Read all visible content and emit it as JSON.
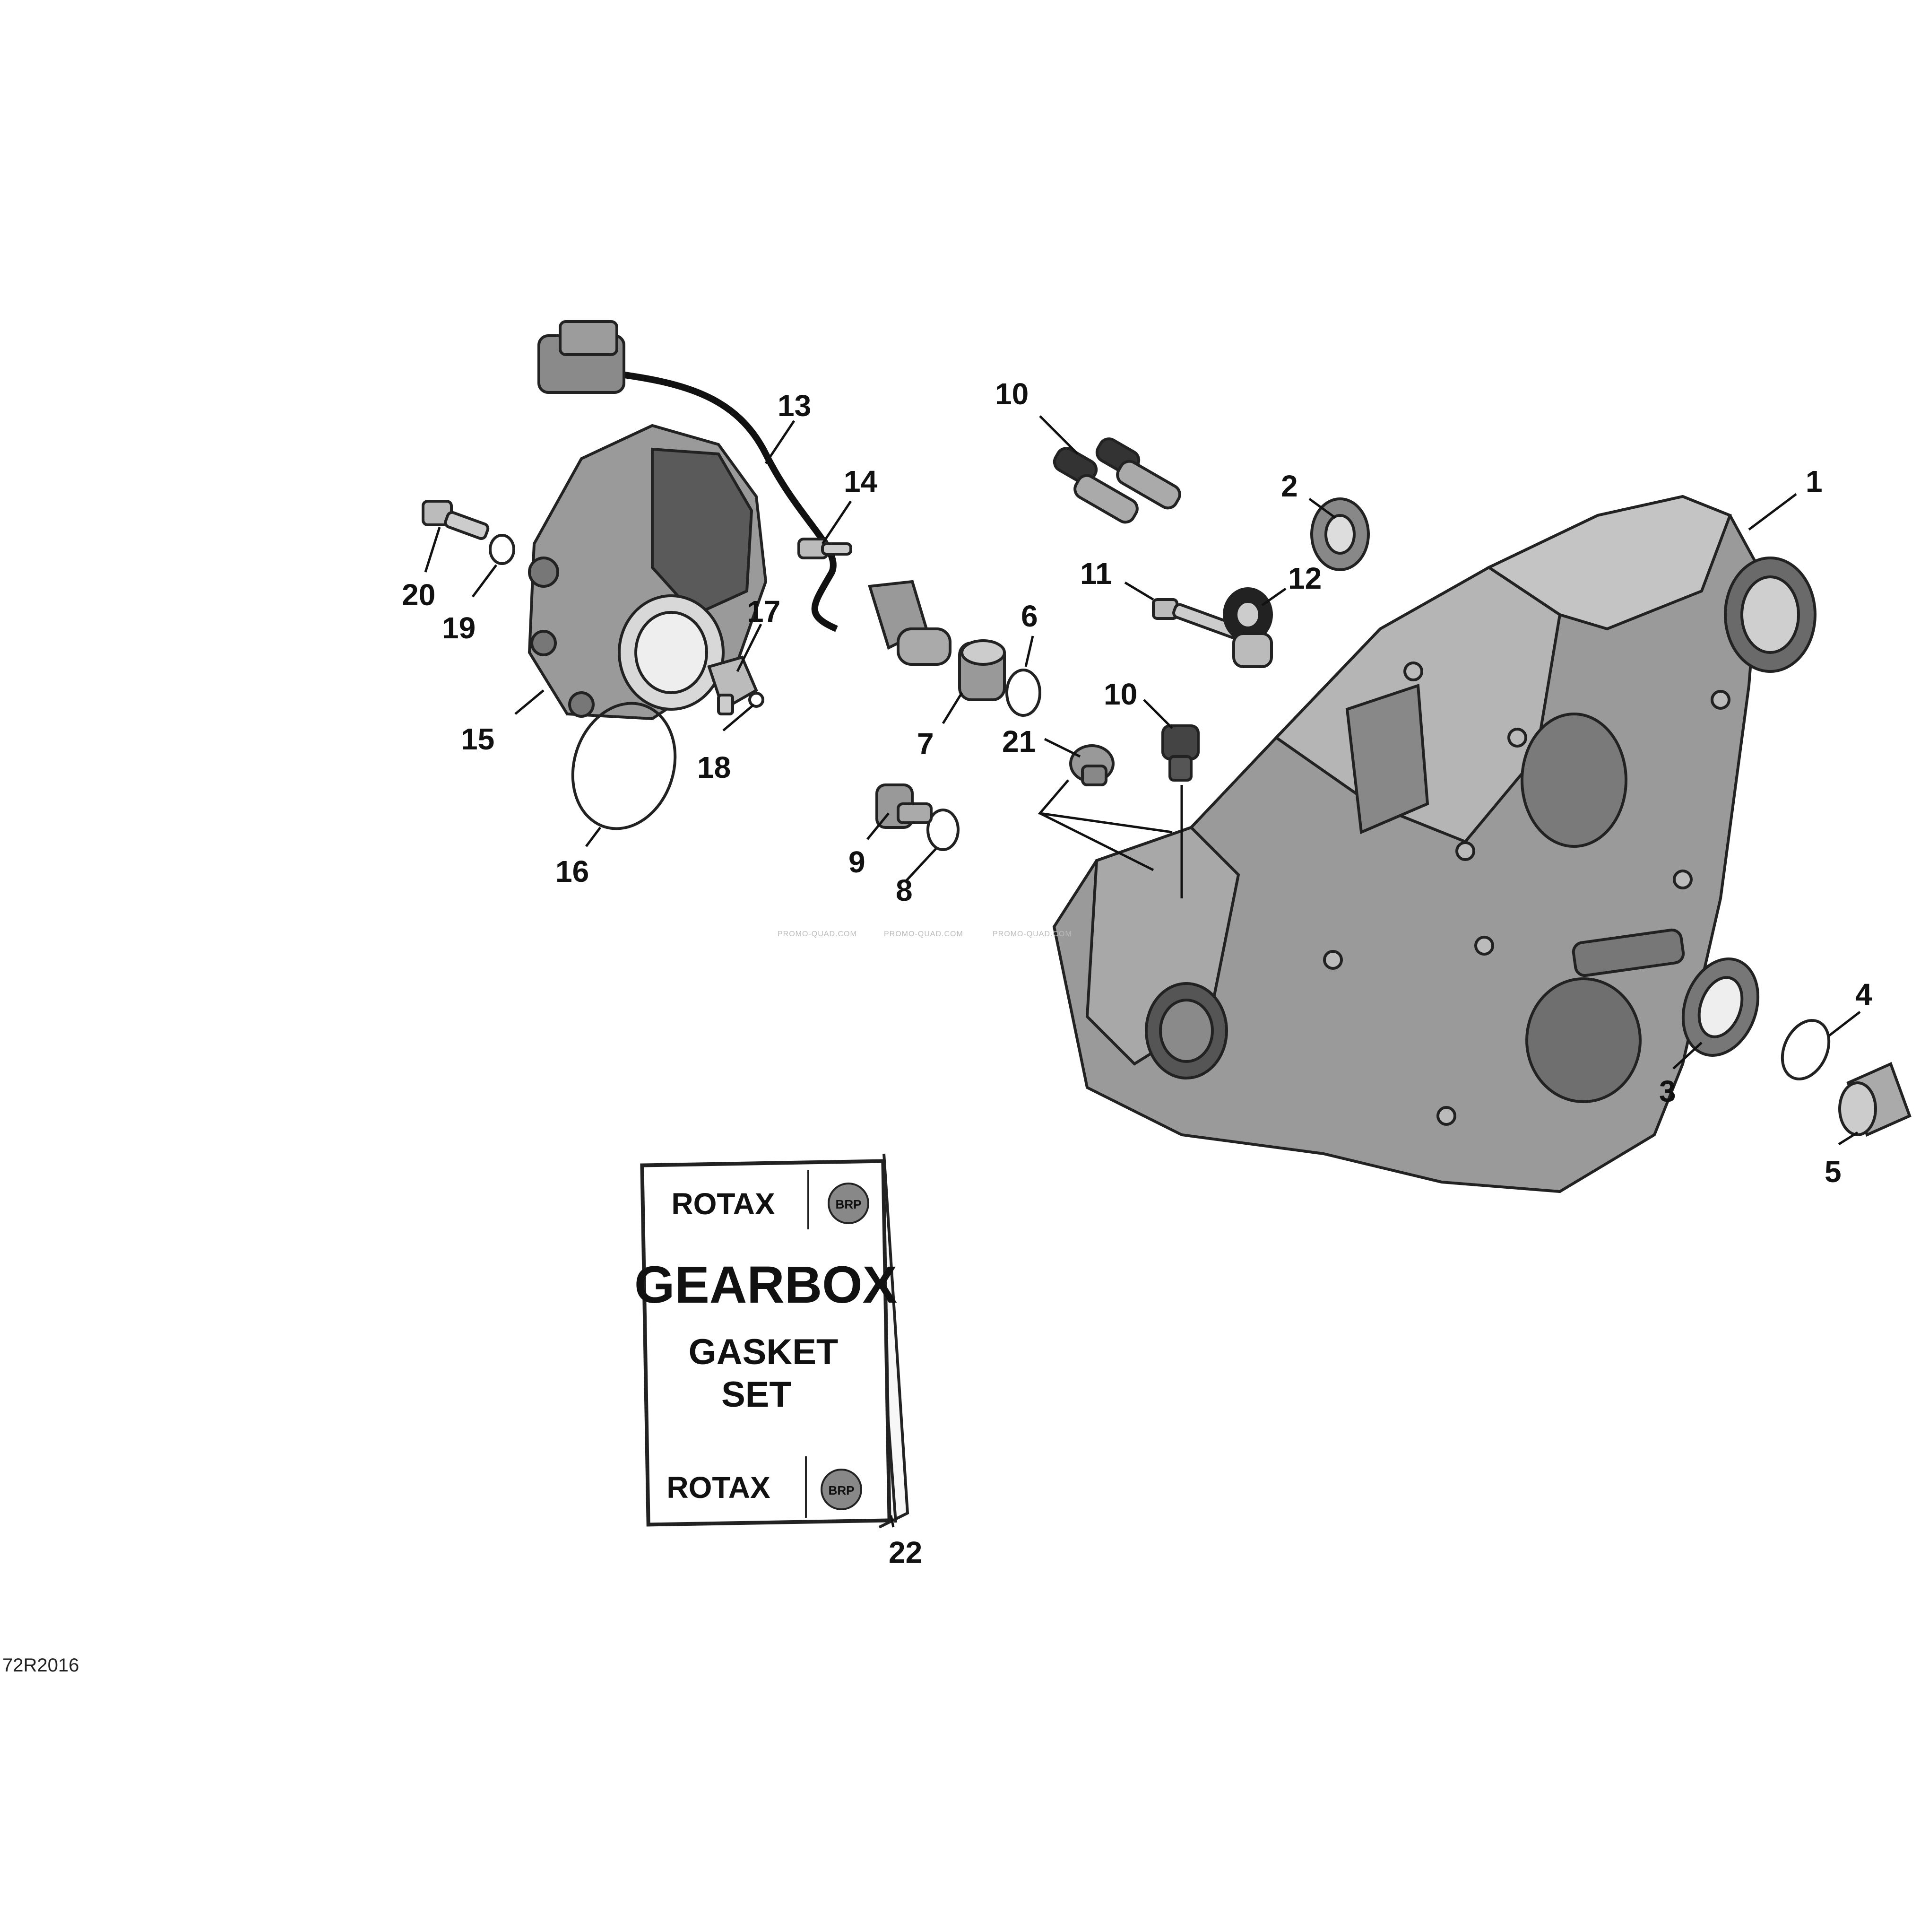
{
  "diagram": {
    "reference_code": "72R2016",
    "watermark": "PROMO-QUAD.COM",
    "callouts": [
      {
        "id": "c1",
        "label": "1"
      },
      {
        "id": "c2",
        "label": "2"
      },
      {
        "id": "c3",
        "label": "3"
      },
      {
        "id": "c4",
        "label": "4"
      },
      {
        "id": "c5",
        "label": "5"
      },
      {
        "id": "c6",
        "label": "6"
      },
      {
        "id": "c7",
        "label": "7"
      },
      {
        "id": "c8",
        "label": "8"
      },
      {
        "id": "c9",
        "label": "9"
      },
      {
        "id": "c10a",
        "label": "10"
      },
      {
        "id": "c10b",
        "label": "10"
      },
      {
        "id": "c11",
        "label": "11"
      },
      {
        "id": "c12",
        "label": "12"
      },
      {
        "id": "c13",
        "label": "13"
      },
      {
        "id": "c14",
        "label": "14"
      },
      {
        "id": "c15",
        "label": "15"
      },
      {
        "id": "c16",
        "label": "16"
      },
      {
        "id": "c17",
        "label": "17"
      },
      {
        "id": "c18",
        "label": "18"
      },
      {
        "id": "c19",
        "label": "19"
      },
      {
        "id": "c20",
        "label": "20"
      },
      {
        "id": "c21",
        "label": "21"
      },
      {
        "id": "c22",
        "label": "22"
      }
    ],
    "gasket_sheet": {
      "brand_top": "ROTAX",
      "badge_top": "BRP",
      "title": "GEARBOX",
      "subtitle_line1": "GASKET",
      "subtitle_line2": "SET",
      "brand_bottom": "ROTAX",
      "badge_bottom": "BRP"
    }
  }
}
